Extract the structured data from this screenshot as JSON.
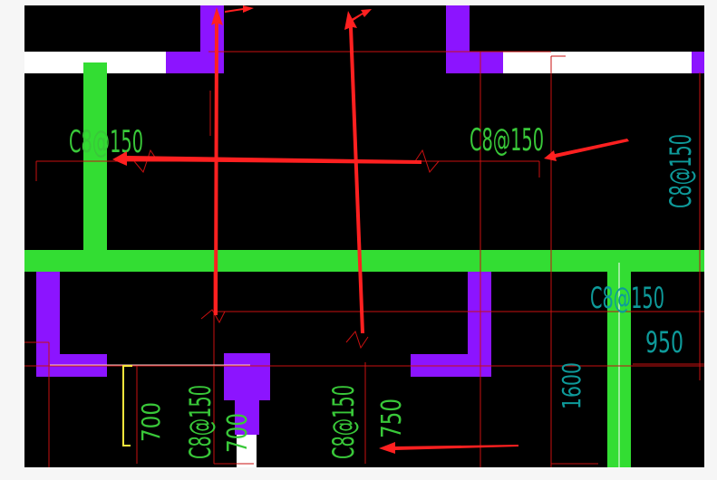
{
  "colors": {
    "frame": "#f6f6f6",
    "background": "#000000",
    "beam_green": "#33dd33",
    "column_purple": "#8c14ff",
    "slab_white": "#ffffff",
    "dim_red": "#c81010",
    "arrow_red": "#ff2020",
    "text_green": "#39c839",
    "text_teal": "#0e9a9a",
    "mark_yellow": "#ffe63c"
  },
  "labels": {
    "rebar_left": "C8@150",
    "rebar_top_right": "C8@150",
    "rebar_right_vertical": "C8@150",
    "rebar_center_right": "C8@150",
    "rebar_bottom_1": "C8@150",
    "rebar_bottom_2": "C8@150",
    "dim_950": "950",
    "dim_1600": "1600",
    "dim_700_a": "700",
    "dim_700_b": "700",
    "dim_750": "750"
  }
}
